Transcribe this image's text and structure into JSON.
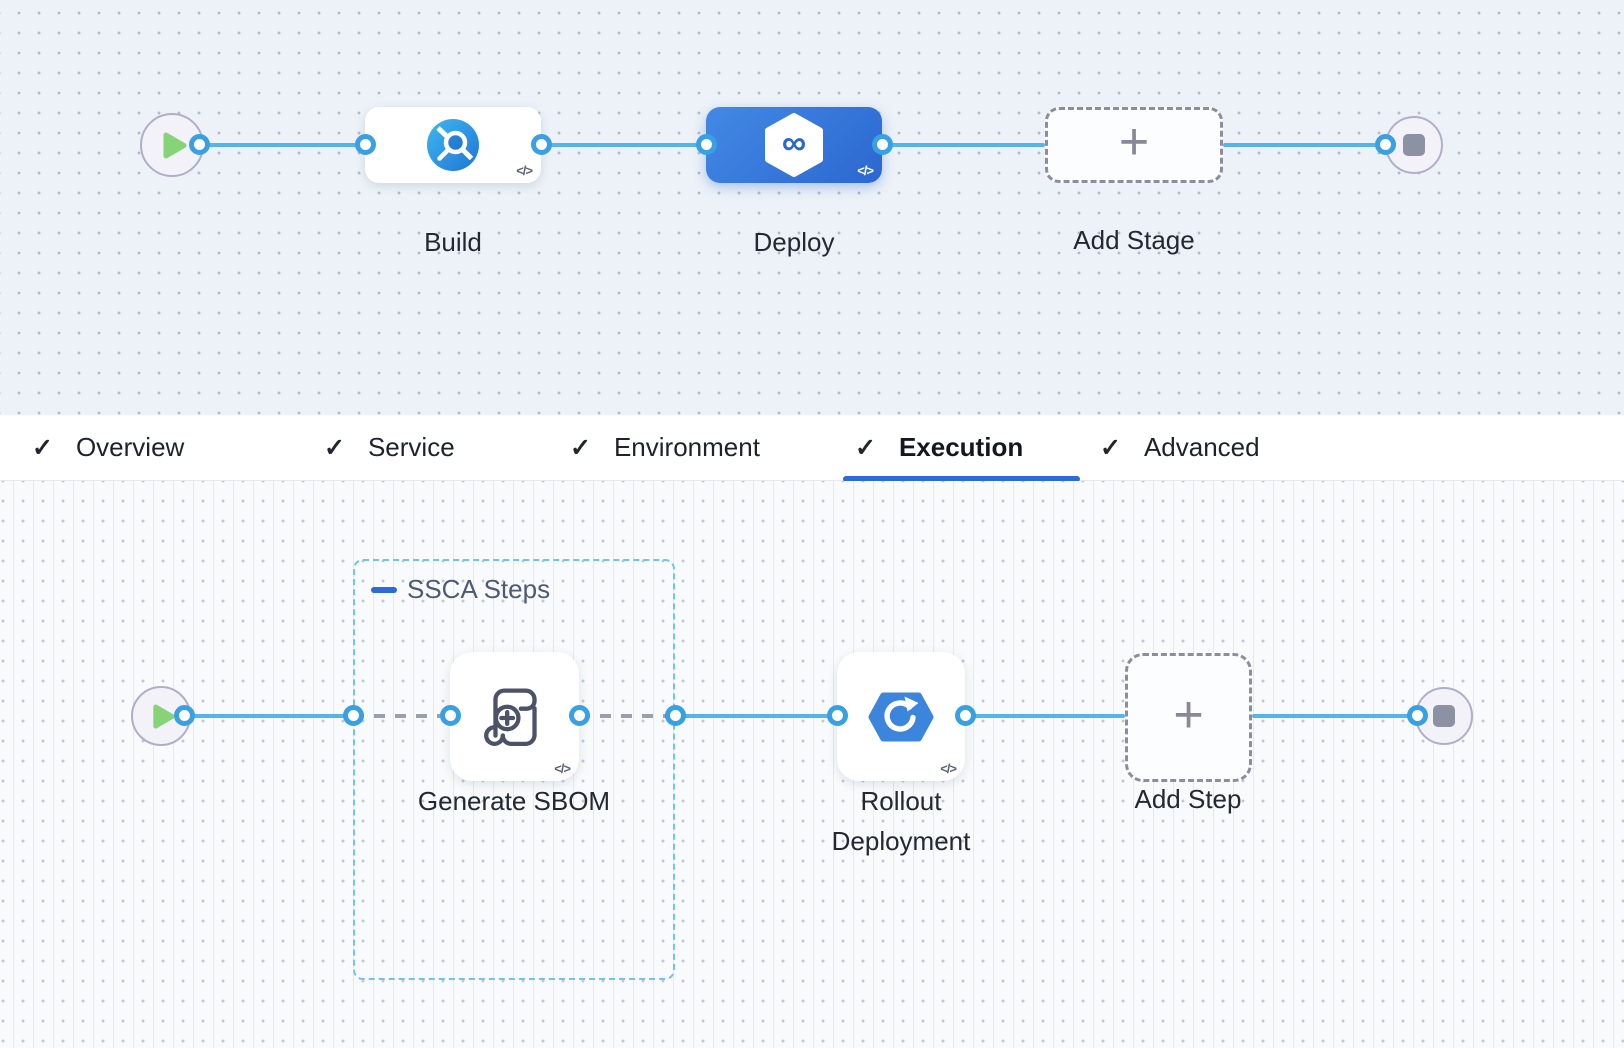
{
  "icons": {
    "code_label": "</>",
    "plus_label": "+",
    "check_label": "✓",
    "infinity_label": "∞"
  },
  "stage_pipeline": {
    "stages": [
      {
        "label": "Build",
        "type": "ci"
      },
      {
        "label": "Deploy",
        "type": "cd",
        "selected": true
      }
    ],
    "add_stage_label": "Add Stage"
  },
  "tabs": [
    {
      "label": "Overview",
      "checked": true
    },
    {
      "label": "Service",
      "checked": true
    },
    {
      "label": "Environment",
      "checked": true
    },
    {
      "label": "Execution",
      "checked": true,
      "active": true
    },
    {
      "label": "Advanced",
      "checked": true
    }
  ],
  "execution_pipeline": {
    "group_label": "SSCA Steps",
    "steps": [
      {
        "label": "Generate SBOM"
      },
      {
        "label": "Rollout Deployment"
      }
    ],
    "add_step_label": "Add Step"
  },
  "colors": {
    "edge_blue": "#57b4e9",
    "port_ring": "#39a0e3",
    "selected_stage_start": "#4389e4",
    "selected_stage_end": "#2b67d0",
    "active_tab_underline": "#2f6bd8",
    "group_dash": "#6ec4f2",
    "play_green": "#87d377",
    "stop_gray": "#8c91a3",
    "canvas_top_bg": "#edf2f8",
    "canvas_bottom_bg": "#f8fafb"
  }
}
